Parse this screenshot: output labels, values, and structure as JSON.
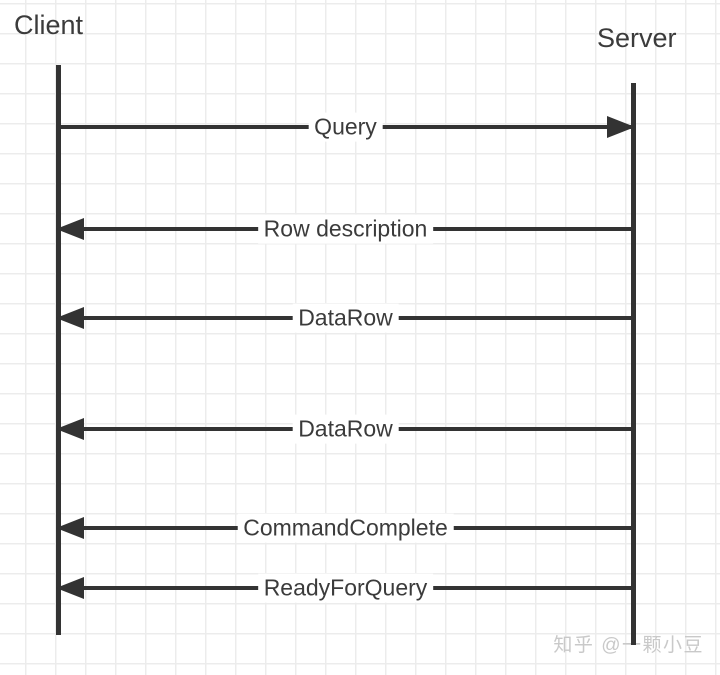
{
  "diagram": {
    "type": "sequence",
    "actors": [
      {
        "name": "Client"
      },
      {
        "name": "Server"
      }
    ],
    "messages": [
      {
        "label": "Query",
        "from": "Client",
        "to": "Server",
        "direction": "right"
      },
      {
        "label": "Row description",
        "from": "Server",
        "to": "Client",
        "direction": "left"
      },
      {
        "label": "DataRow",
        "from": "Server",
        "to": "Client",
        "direction": "left"
      },
      {
        "label": "DataRow",
        "from": "Server",
        "to": "Client",
        "direction": "left"
      },
      {
        "label": "CommandComplete",
        "from": "Server",
        "to": "Client",
        "direction": "left"
      },
      {
        "label": "ReadyForQuery",
        "from": "Server",
        "to": "Client",
        "direction": "left"
      }
    ],
    "colors": {
      "line": "#333333",
      "text": "#3b3b3b",
      "grid": "#ececec",
      "background": "#ffffff",
      "watermark": "#c9c9c9"
    }
  },
  "watermark": {
    "text": "知乎 @一颗小豆"
  }
}
